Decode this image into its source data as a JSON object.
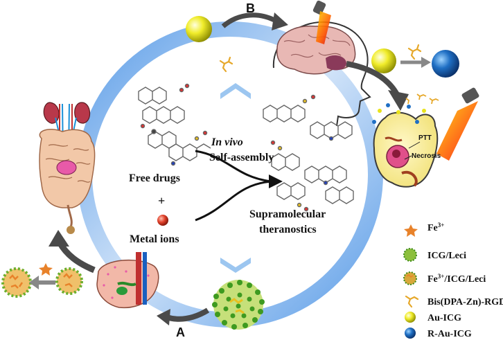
{
  "route_labels": {
    "a": "A",
    "b": "B"
  },
  "center": {
    "free_drugs": "Free drugs",
    "plus": "+",
    "metal_ions": "Metal ions",
    "in_vivo": "In vivo",
    "self_assembly": "Self-assembly",
    "supramolecular": "Supramolecular",
    "theranostics": "theranostics"
  },
  "cell": {
    "ptt": "PTT",
    "necrosis": "Necrosis"
  },
  "legend": [
    {
      "symbol": "star-icon",
      "label_base": "Fe",
      "label_sup": "3+",
      "color": "#e8822a"
    },
    {
      "symbol": "icg-leci-particle-icon",
      "label_base": "ICG/Leci",
      "label_sup": "",
      "color": "#8cbf3c"
    },
    {
      "symbol": "fe-icg-leci-particle-icon",
      "label_base": "Fe",
      "label_sup": "3+",
      "label_rest": "/ICG/Leci",
      "color": "#c9a02a"
    },
    {
      "symbol": "rgd-ligand-icon",
      "label_base": "Bis(DPA-Zn)-RGD",
      "label_sup": "",
      "color": "#e6a82a"
    },
    {
      "symbol": "au-icg-sphere-icon",
      "label_base": "Au-ICG",
      "label_sup": "",
      "color": "#e8e21a"
    },
    {
      "symbol": "r-au-icg-sphere-icon",
      "label_base": "R-Au-ICG",
      "label_sup": "",
      "color": "#1a5aa8"
    }
  ],
  "colors": {
    "ring": "#7fb3ec",
    "ring_light": "#cfe2f8",
    "arrow": "#4a4a4a",
    "accent_star": "#e8822a"
  }
}
